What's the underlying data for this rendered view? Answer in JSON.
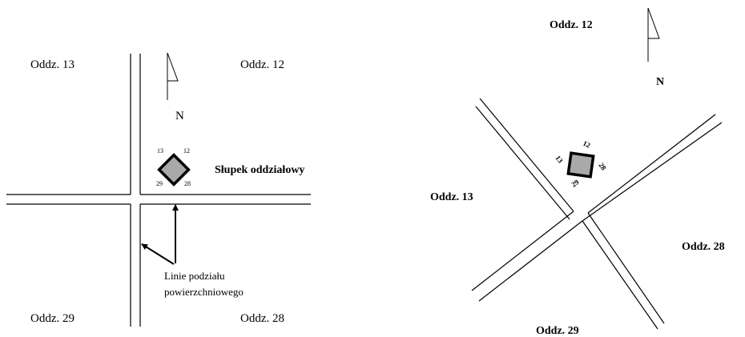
{
  "left_diagram": {
    "compartments": {
      "nw": "Oddz. 13",
      "ne": "Oddz. 12",
      "sw": "Oddz. 29",
      "se": "Oddz. 28"
    },
    "north_label": "N",
    "post_label": "Słupek oddziałowy",
    "post_numbers": {
      "nw": "13",
      "ne": "12",
      "sw": "29",
      "se": "28"
    },
    "lines_label_1": "Linie podziału",
    "lines_label_2": "powierzchniowego"
  },
  "right_diagram": {
    "compartments": {
      "n": "Oddz. 12",
      "w": "Oddz. 13",
      "e": "Oddz. 28",
      "s": "Oddz. 29"
    },
    "north_label": "N",
    "post_numbers": {
      "nw": "13",
      "ne": "12",
      "sw": "29",
      "se": "28"
    }
  },
  "colors": {
    "line": "#000000",
    "post_fill": "#a9a9a9",
    "background": "#ffffff"
  }
}
